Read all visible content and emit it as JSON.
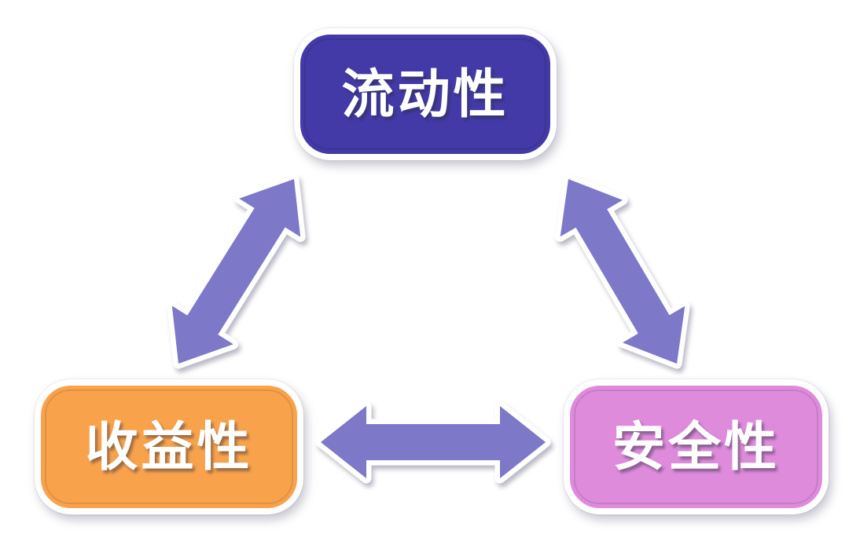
{
  "diagram": {
    "background_color": "#ffffff",
    "outline_color": "#ffffff",
    "arrow_color": "#7D78C7",
    "nodes": [
      {
        "id": "liquidity",
        "label": "流动性",
        "color": "#433AA8"
      },
      {
        "id": "profitability",
        "label": "收益性",
        "color": "#F9A24C"
      },
      {
        "id": "safety",
        "label": "安全性",
        "color": "#DE8BDC"
      }
    ],
    "edges": [
      {
        "from": "liquidity",
        "to": "profitability",
        "bidirectional": true
      },
      {
        "from": "liquidity",
        "to": "safety",
        "bidirectional": true
      },
      {
        "from": "profitability",
        "to": "safety",
        "bidirectional": true
      }
    ]
  }
}
